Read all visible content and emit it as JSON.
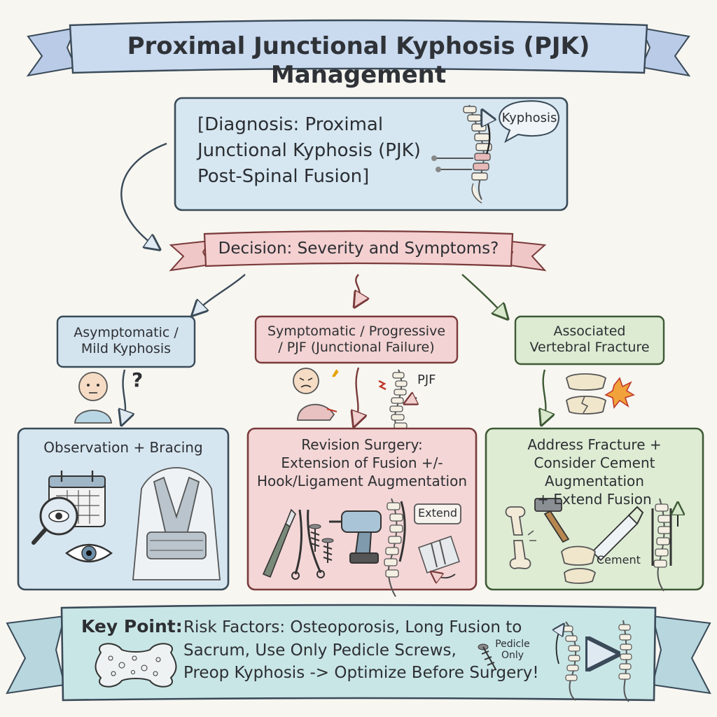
{
  "title": "Proximal Junctional Kyphosis (PJK) Management",
  "diagnosis": {
    "lines": [
      "[Diagnosis: Proximal",
      "Junctional Kyphosis (PJK)",
      "Post-Spinal Fusion]"
    ],
    "bubble": "Kyphosis"
  },
  "decision": "Decision: Severity and Symptoms?",
  "branches": [
    {
      "label_lines": [
        "Asymptomatic /",
        "Mild Kyphosis"
      ],
      "color": "#d3e4ef",
      "icon_mark": "?"
    },
    {
      "label_lines": [
        "Symptomatic / Progressive",
        "/ PJF (Junctional Failure)"
      ],
      "color": "#f3d3d3",
      "icon_mark": "PJF"
    },
    {
      "label_lines": [
        "Associated",
        "Vertebral Fracture"
      ],
      "color": "#dcebd2"
    }
  ],
  "outcomes": [
    {
      "title_lines": [
        "Observation + Bracing"
      ]
    },
    {
      "title_lines": [
        "Revision Surgery:",
        "Extension of Fusion +/-",
        "Hook/Ligament Augmentation"
      ],
      "tag": "Extend"
    },
    {
      "title_lines": [
        "Address Fracture +",
        "Consider Cement Augmentation",
        "+ Extend Fusion"
      ],
      "tag": "Cement"
    }
  ],
  "key_point": {
    "label": "Key Point:",
    "lines": [
      "Risk Factors: Osteoporosis, Long Fusion to",
      "Sacrum, Use Only Pedicle Screws,",
      "Preop Kyphosis -> Optimize Before Surgery!"
    ],
    "screw_label_lines": [
      "Pedicle",
      "Only"
    ]
  },
  "colors": {
    "blue": "#d3e4ef",
    "red": "#f3d3d3",
    "green": "#dcebd2",
    "outline": "#3a4a58",
    "banner": "#c9d8ee"
  }
}
